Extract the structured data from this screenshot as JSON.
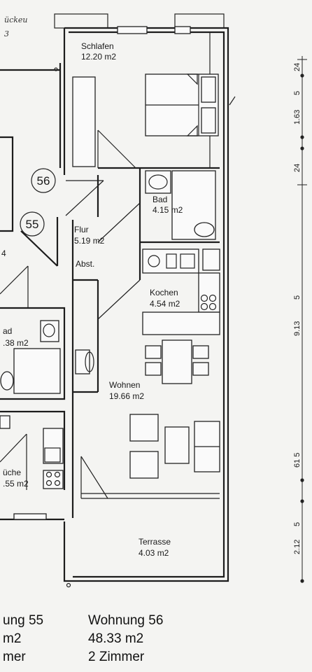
{
  "handwriting": {
    "line1": "ückeu",
    "line2": "3"
  },
  "units": [
    {
      "number": "56"
    },
    {
      "number": "55"
    }
  ],
  "rooms": {
    "schlafen": {
      "name": "Schlafen",
      "area": "12.20  m2"
    },
    "bad56": {
      "name": "Bad",
      "area": "4.15  m2"
    },
    "flur": {
      "name": "Flur",
      "area": "5.19  m2"
    },
    "abst": {
      "name": "Abst."
    },
    "kochen": {
      "name": "Kochen",
      "area": "4.54  m2"
    },
    "wohnen": {
      "name": "Wohnen",
      "area": "19.66  m2"
    },
    "terrasse": {
      "name": "Terrasse",
      "area": "4.03  m2"
    },
    "bad55": {
      "name": "ad",
      "area": ".38  m2"
    },
    "kueche55": {
      "name": "üche",
      "area": ".55  m2"
    },
    "partial": {
      "label": "4"
    }
  },
  "dimensions": [
    "24",
    "5",
    "1.63",
    "24",
    "5",
    "9.13",
    "61 5",
    "5",
    "2.12"
  ],
  "apartments": [
    {
      "name": "ung  55",
      "area": "  m2",
      "rooms": "mer"
    },
    {
      "name": "Wohnung  56",
      "area": "48.33  m2",
      "rooms": "2  Zimmer"
    }
  ]
}
